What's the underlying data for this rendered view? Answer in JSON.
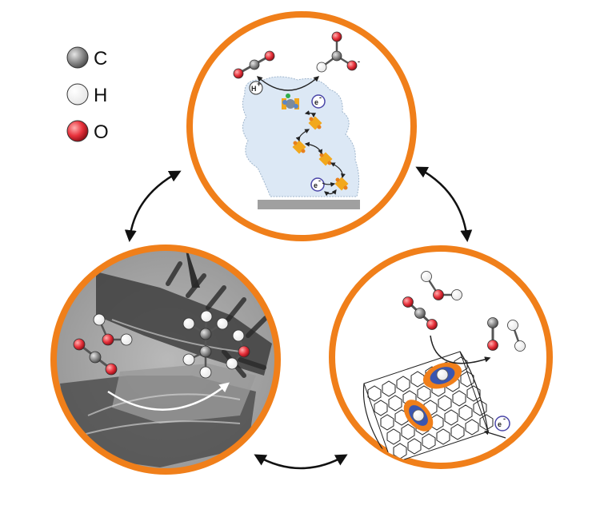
{
  "legend": {
    "items": [
      {
        "symbol": "C",
        "color": "#8e8e8e"
      },
      {
        "symbol": "H",
        "color": "#ffffff"
      },
      {
        "symbol": "O",
        "color": "#e8323c"
      }
    ]
  },
  "panels": {
    "top": {
      "proton_label": "H",
      "proton_charge": "+",
      "electron_label": "e",
      "electron_charge": "-"
    },
    "right": {
      "electron_label": "e",
      "electron_charge": "-"
    }
  },
  "colors": {
    "ring": "#f07f1a",
    "carbon": "#8e8e8e",
    "oxygen": "#e8323c",
    "hydrogen": "#ffffff",
    "enzyme": "#dce8f5",
    "cluster": "#f2a81d",
    "electron": "#4a46a8",
    "electrode": "#a0a0a0"
  }
}
